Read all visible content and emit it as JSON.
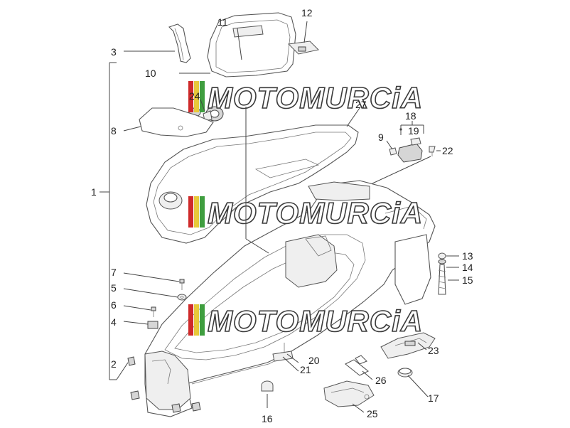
{
  "parts": {
    "p1": "1",
    "p2": "2",
    "p3": "3",
    "p4": "4",
    "p5": "5",
    "p6": "6",
    "p7": "7",
    "p8": "8",
    "p9": "9",
    "p10": "10",
    "p11": "11",
    "p12": "12",
    "p13": "13",
    "p14": "14",
    "p15": "15",
    "p16": "16",
    "p17": "17",
    "p18": "18",
    "p19": "19",
    "p20": "20",
    "p21": "21",
    "p22": "22",
    "p23": "23",
    "p24": "24",
    "p25": "25",
    "p26": "26",
    "p27": "27"
  },
  "watermark": {
    "text": "MOTOMURCiA"
  }
}
